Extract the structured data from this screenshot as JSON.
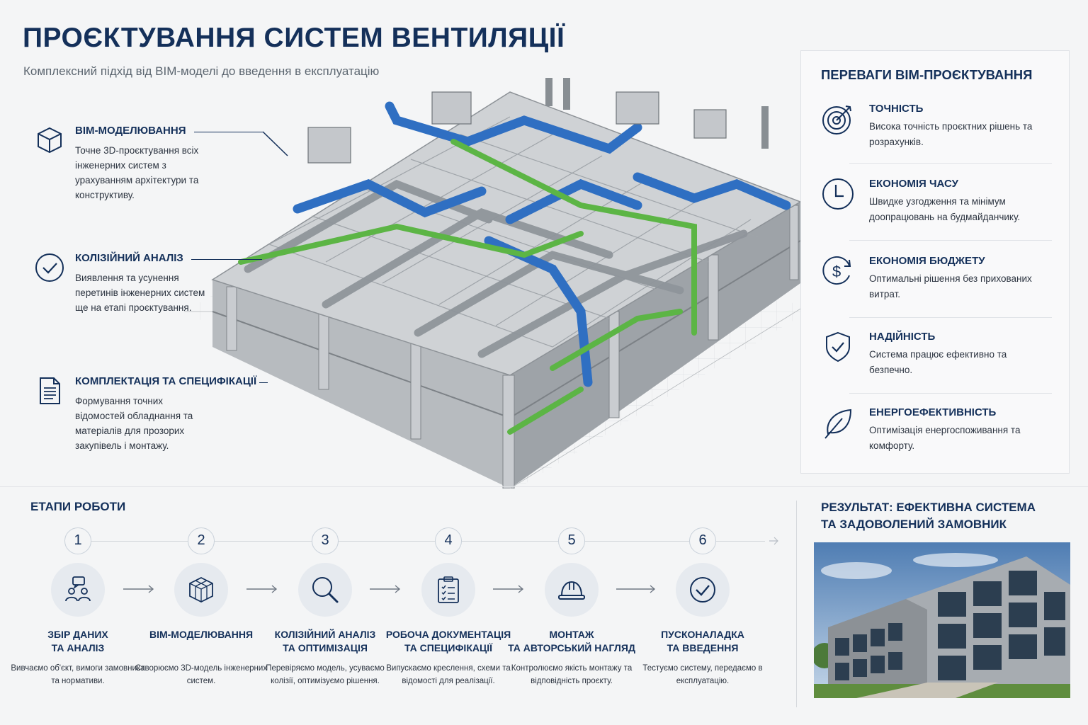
{
  "header": {
    "title": "ПРОЄКТУВАННЯ СИСТЕМ ВЕНТИЛЯЦІЇ",
    "subtitle": "Комплексний підхід від BIM-моделі до введення в експлуатацію"
  },
  "features": [
    {
      "icon": "cube-icon",
      "title": "BIM-МОДЕЛЮВАННЯ",
      "desc": "Точне 3D-проєктування всіх інженерних систем з урахуванням архітектури та конструктиву."
    },
    {
      "icon": "check-circle-icon",
      "title": "КОЛІЗІЙНИЙ АНАЛІЗ",
      "desc": "Виявлення та усунення перетинів інженерних систем ще на етапі проєктування."
    },
    {
      "icon": "document-icon",
      "title": "КОМПЛЕКТАЦІЯ ТА СПЕЦИФІКАЦІЇ",
      "desc": "Формування точних відомостей обладнання та матеріалів для прозорих закупівель і монтажу."
    }
  ],
  "advantages": {
    "title": "ПЕРЕВАГИ BIM-ПРОЄКТУВАННЯ",
    "items": [
      {
        "icon": "target-icon",
        "title": "ТОЧНІСТЬ",
        "desc": "Висока точність проєктних рішень та розрахунків."
      },
      {
        "icon": "clock-icon",
        "title": "ЕКОНОМІЯ ЧАСУ",
        "desc": "Швидке узгодження та мінімум доопрацювань на будмайданчику."
      },
      {
        "icon": "dollar-icon",
        "title": "ЕКОНОМІЯ БЮДЖЕТУ",
        "desc": "Оптимальні рішення без прихованих витрат."
      },
      {
        "icon": "shield-check-icon",
        "title": "НАДІЙНІСТЬ",
        "desc": "Система працює ефективно та безпечно."
      },
      {
        "icon": "leaf-icon",
        "title": "ЕНЕРГОЕФЕКТИВНІСТЬ",
        "desc": "Оптимізація енергоспоживання та комфорту."
      }
    ]
  },
  "stages": {
    "title": "ЕТАПИ РОБОТИ",
    "items": [
      {
        "num": "1",
        "icon": "team-chat-icon",
        "title": "ЗБІР ДАНИХ\nТА АНАЛІЗ",
        "desc": "Вивчаємо об'єкт, вимоги замовника та нормативи."
      },
      {
        "num": "2",
        "icon": "cube-icon",
        "title": "BIM-МОДЕЛЮВАННЯ",
        "desc": "Створюємо 3D-модель інженерних систем."
      },
      {
        "num": "3",
        "icon": "magnifier-icon",
        "title": "КОЛІЗІЙНИЙ АНАЛІЗ\nТА ОПТИМІЗАЦІЯ",
        "desc": "Перевіряємо модель, усуваємо колізії, оптимізуємо рішення."
      },
      {
        "num": "4",
        "icon": "clipboard-icon",
        "title": "РОБОЧА ДОКУМЕНТАЦІЯ\nТА СПЕЦИФІКАЦІЇ",
        "desc": "Випускаємо креслення, схеми та відомості для реалізації."
      },
      {
        "num": "5",
        "icon": "hard-hat-icon",
        "title": "МОНТАЖ\nТА АВТОРСЬКИЙ НАГЛЯД",
        "desc": "Контролюємо якість монтажу та відповідність проєкту."
      },
      {
        "num": "6",
        "icon": "check-circle-icon",
        "title": "ПУСКОНАЛАДКА\nТА ВВЕДЕННЯ",
        "desc": "Тестуємо систему, передаємо в експлуатацію."
      }
    ]
  },
  "result": {
    "title": "РЕЗУЛЬТАТ: ЕФЕКТИВНА СИСТЕМА ТА ЗАДОВОЛЕНИЙ ЗАМОВНИК"
  },
  "colors": {
    "navy": "#14305a",
    "duct_blue": "#2f6fc2",
    "pipe_green": "#5cb545",
    "concrete": "#a9aeb4"
  }
}
